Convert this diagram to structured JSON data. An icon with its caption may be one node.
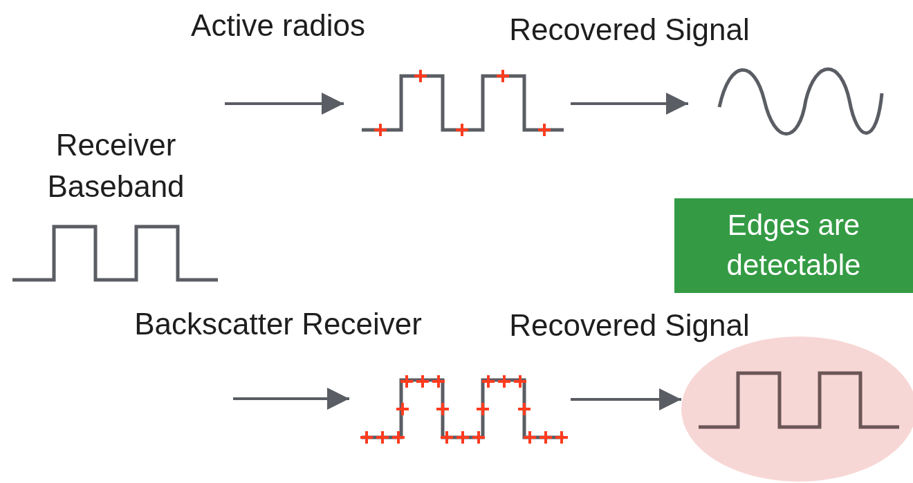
{
  "diagram": {
    "nodes": [
      {
        "text": [
          "Receiver Baseband"
        ]
      },
      {
        "text": [],
        "shape": "picture"
      },
      {
        "text": [],
        "shape": "picture"
      },
      {
        "text": [],
        "shape": "picture"
      },
      {
        "text": [],
        "shape": "picture"
      },
      {
        "text": [
          "Edges are detectable"
        ]
      }
    ],
    "edges": [
      {
        "from": null,
        "to": 1,
        "arrow": "to",
        "label": "Active radios"
      },
      {
        "from": 1,
        "to": 2,
        "arrow": "to",
        "label": "Recovered Signal"
      },
      {
        "from": null,
        "to": 3,
        "arrow": "to",
        "label": "Backscatter Receiver"
      },
      {
        "from": 3,
        "to": 4,
        "arrow": "to",
        "label": "Recovered Signal"
      }
    ]
  }
}
